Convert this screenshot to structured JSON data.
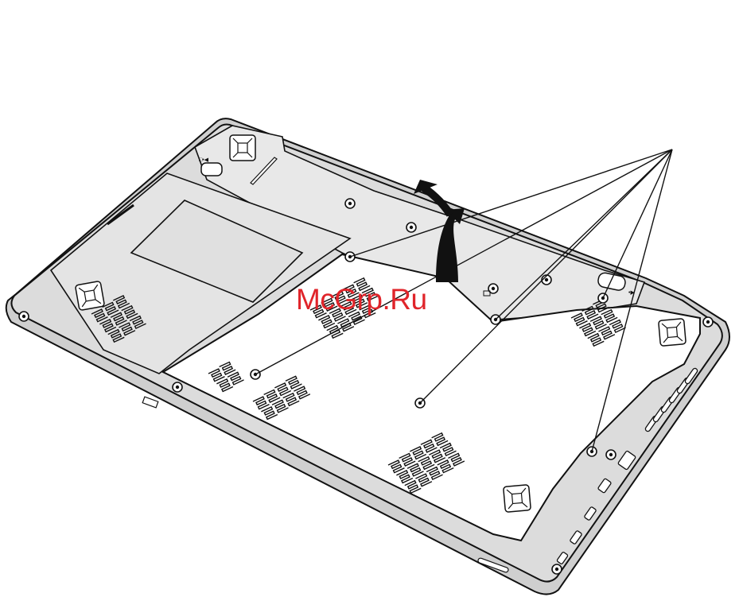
{
  "watermark": {
    "text": "McGrp.Ru"
  },
  "figure": {
    "subject": "laptop-bottom-view",
    "callout_screw_count": 5,
    "colors": {
      "outline": "#111111",
      "body_fill": "#d9d9d9",
      "panel_fill": "#ececec",
      "cover_fill": "#ffffff",
      "watermark": "#e0242a"
    }
  }
}
